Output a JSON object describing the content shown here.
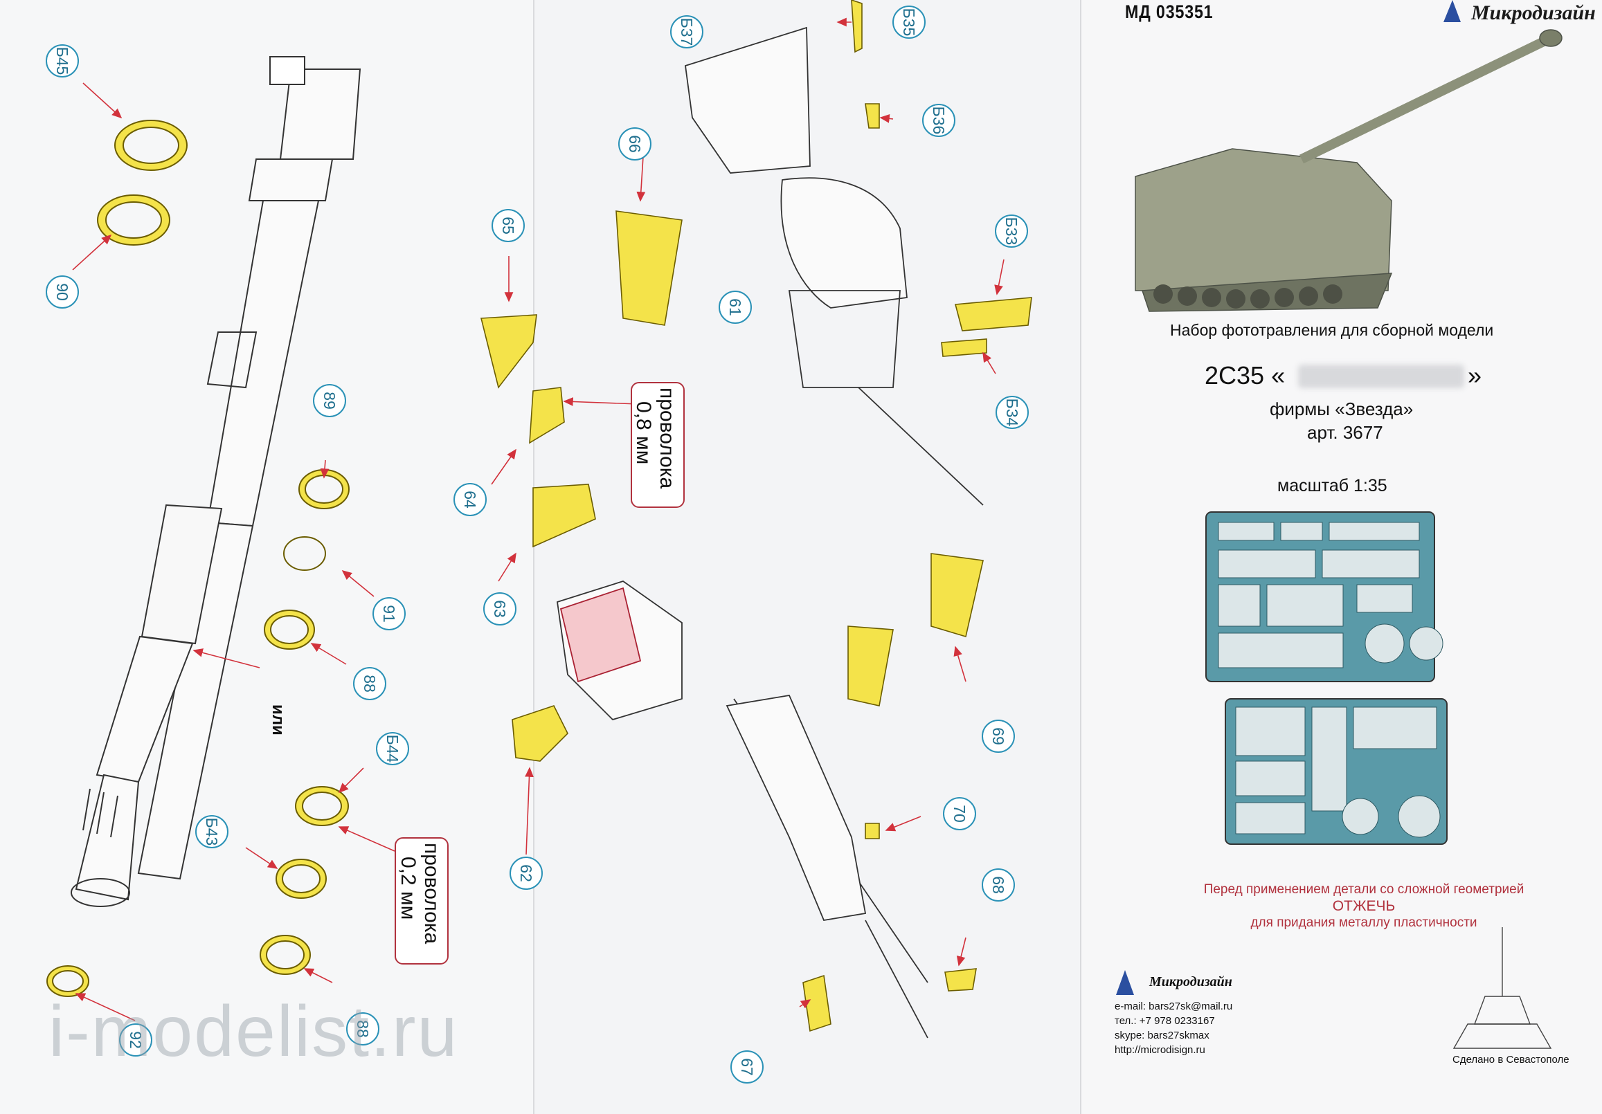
{
  "header": {
    "code": "МД 035351",
    "brand": "Микродизайн"
  },
  "description": {
    "subtitle": "Набор фототравления для сборной модели",
    "model_prefix": "2С35 «",
    "model_suffix": "»",
    "firm": "фирмы «Звезда»",
    "article": "арт. 3677",
    "scale": "масштаб 1:35"
  },
  "warning": {
    "line1": "Перед применением детали со сложной геометрией",
    "line2": "ОТЖЕЧЬ",
    "line3": "для придания металлу пластичности"
  },
  "contacts": {
    "brand": "Микродизайн",
    "email": "e-mail: bars27sk@mail.ru",
    "phone": "тел.: +7 978 0233167",
    "skype": "skype: bars27skmax",
    "site": "http://microdisign.ru"
  },
  "footer": {
    "made_in": "Сделано в Севастополе"
  },
  "wire_notes": {
    "wire_08": {
      "line1": "проволока",
      "line2": "0,8 мм"
    },
    "wire_02": {
      "line1": "проволока",
      "line2": "0,2 мм"
    }
  },
  "or_label": "или",
  "part_numbers": {
    "b45": "Б45",
    "p90": "90",
    "p89": "89",
    "p91": "91",
    "p88a": "88",
    "b44": "Б44",
    "b43": "Б43",
    "p88b": "88",
    "p92": "92",
    "p65": "65",
    "p64": "64",
    "p63": "63",
    "p62": "62",
    "p66": "66",
    "b37": "Б37",
    "b35": "Б35",
    "b36": "Б36",
    "p61": "61",
    "b33": "Б33",
    "b34": "Б34",
    "p69": "69",
    "p70": "70",
    "p68": "68",
    "p67": "67"
  },
  "watermark": "i-modelist.ru",
  "colors": {
    "part_yellow": "#f4e34a",
    "tag_blue": "#2b92b7",
    "warn_red": "#b1323e",
    "arrow_red": "#d2323c",
    "sheet_teal": "#4c95a4"
  }
}
